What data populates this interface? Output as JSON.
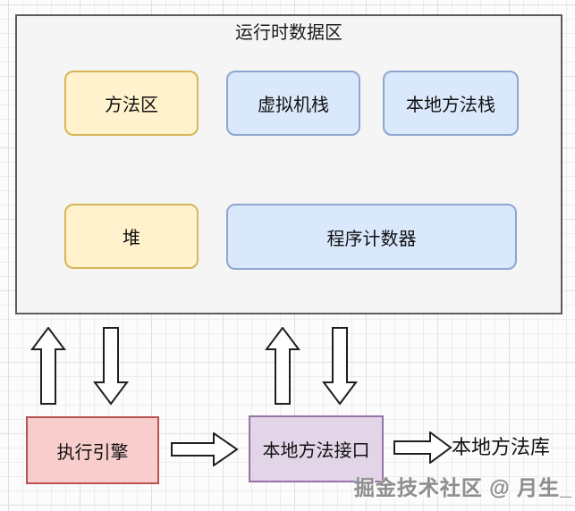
{
  "diagram": {
    "runtime_area": {
      "title": "运行时数据区",
      "method_area": "方法区",
      "vm_stack": "虚拟机栈",
      "native_method_stack": "本地方法栈",
      "heap": "堆",
      "program_counter": "程序计数器"
    },
    "flow": {
      "execution_engine": "执行引擎",
      "native_method_interface": "本地方法接口",
      "native_method_library": "本地方法库"
    },
    "arrows": {
      "vertical": [
        "up",
        "down",
        "up",
        "down"
      ],
      "horizontal": [
        "right",
        "right"
      ]
    },
    "watermark": "掘金技术社区 @ 月生_"
  },
  "colors": {
    "yellow_fill": "#fff2cc",
    "yellow_border": "#d6b656",
    "blue_fill": "#dae8fc",
    "blue_border": "#8fa6cf",
    "red_fill": "#f8cecc",
    "red_border": "#b85450",
    "purple_fill": "#e1d5e7",
    "purple_border": "#9673a6",
    "container_fill": "#f5f5f5",
    "container_border": "#5c5c5c",
    "grid_minor": "#ededed",
    "grid_major": "#e0e0e0",
    "watermark_color": "#8f8f8f"
  }
}
